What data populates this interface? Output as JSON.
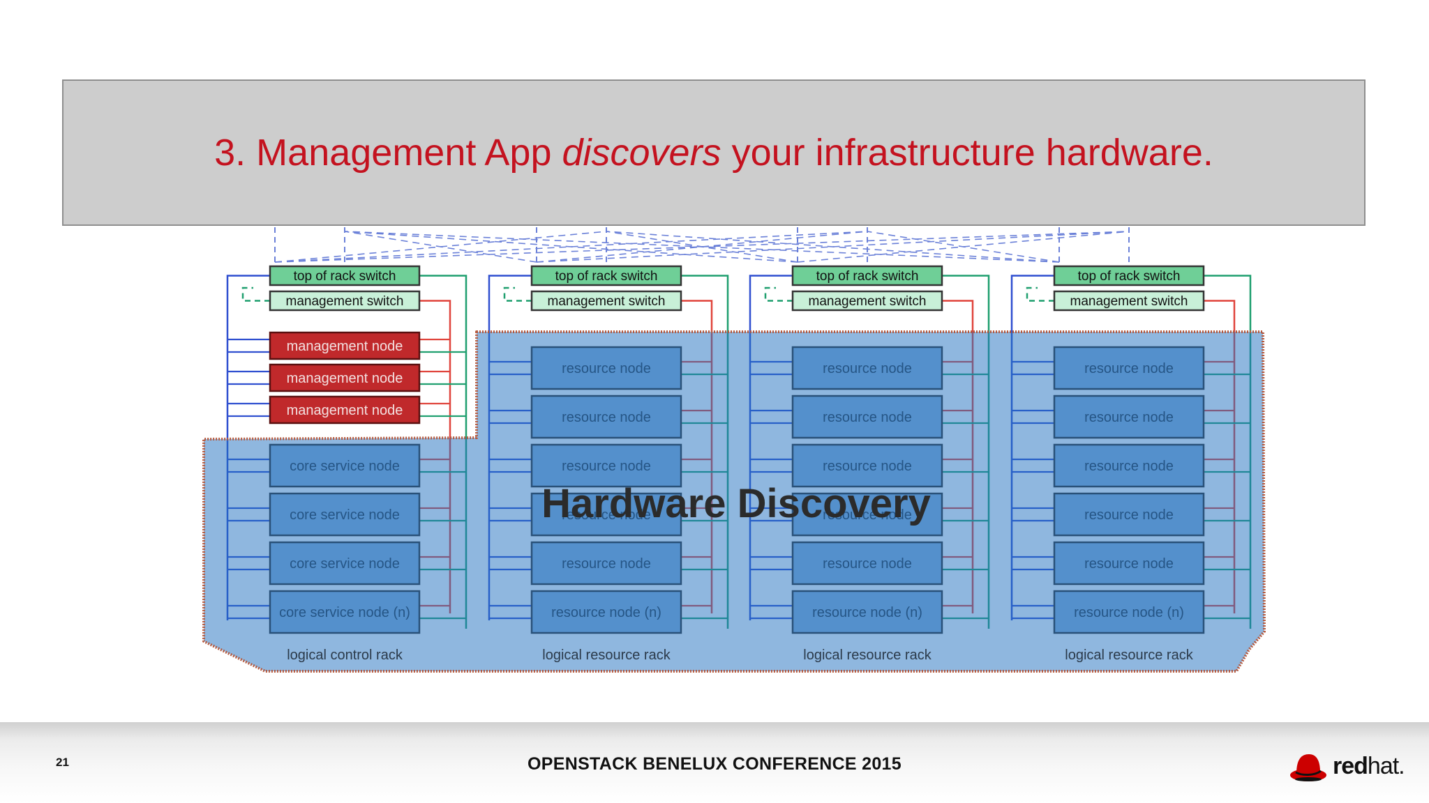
{
  "slide": {
    "title_prefix": "3.  Management App ",
    "title_emphasis": "discovers",
    "title_suffix": " your infrastructure hardware.",
    "overlay_label": "Hardware Discovery",
    "page_number": "21",
    "conference": "OPENSTACK BENELUX CONFERENCE 2015",
    "logo": {
      "bold": "red",
      "light": "hat."
    }
  },
  "racks": [
    {
      "tor": "top of rack switch",
      "mgmt": "management switch",
      "nodes": [
        "management node",
        "management node",
        "management node",
        "core service node",
        "core service node",
        "core service node",
        "core service node (n)"
      ],
      "label": "logical control rack"
    },
    {
      "tor": "top of rack switch",
      "mgmt": "management switch",
      "nodes": [
        "resource node",
        "resource node",
        "resource node",
        "resource node",
        "resource node",
        "resource node (n)"
      ],
      "label": "logical resource rack"
    },
    {
      "tor": "top of rack switch",
      "mgmt": "management switch",
      "nodes": [
        "resource node",
        "resource node",
        "resource node",
        "resource node",
        "resource node",
        "resource node (n)"
      ],
      "label": "logical resource rack"
    },
    {
      "tor": "top of rack switch",
      "mgmt": "management switch",
      "nodes": [
        "resource node",
        "resource node",
        "resource node",
        "resource node",
        "resource node",
        "resource node (n)"
      ],
      "label": "logical resource rack"
    }
  ],
  "colors": {
    "title": "#c4121f",
    "title_box": "#cdcdcd",
    "tor_fill": "#6fcf97",
    "mgmt_switch_fill": "#c8f0d8",
    "mgmt_node_fill": "#c0292b",
    "node_fill": "#88b0d8",
    "overlay_fill": "#1f6fbf",
    "overlay_border": "#b65a3f",
    "blue_link": "#2f4fd0",
    "green_link": "#1f9f6f",
    "red_link": "#e0443c",
    "dashed_link": "#6a80d8"
  }
}
